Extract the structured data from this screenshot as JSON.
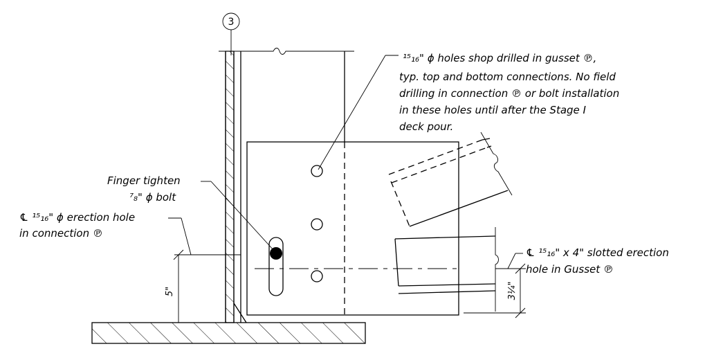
{
  "gridline": {
    "label": "3"
  },
  "notes": {
    "holes_shop_drilled": {
      "lines": [
        "¹⁵₁₆\" ϕ holes shop drilled in gusset ℗,",
        "typ. top and bottom connections. No field",
        "drilling in connection ℗ or bolt installation",
        "in these holes until after the Stage I",
        "deck pour."
      ]
    },
    "finger_tighten": {
      "lines": [
        "Finger tighten",
        "⁷₈\" ϕ bolt"
      ]
    },
    "erection_hole": {
      "lines": [
        "℄ ¹⁵₁₆\" ϕ erection hole",
        "in connection ℗"
      ]
    },
    "slotted_hole": {
      "lines": [
        "℄ ¹⁵₁₆\" x 4\" slotted erection",
        "hole in Gusset ℗"
      ]
    }
  },
  "dimensions": {
    "five_inch": "5\"",
    "three_quarter": "3¼\""
  }
}
